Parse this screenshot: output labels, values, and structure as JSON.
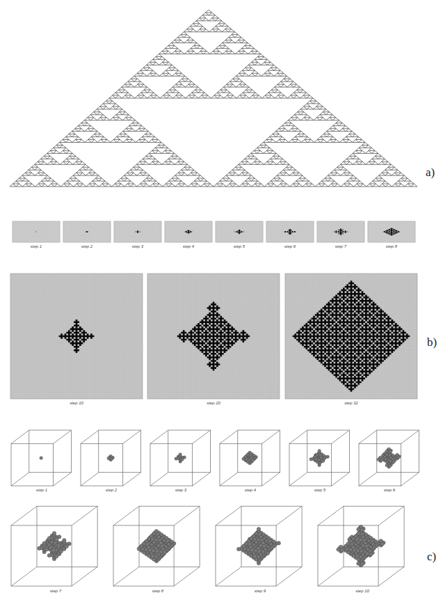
{
  "diagram": {
    "labels": [
      "a)",
      "step 1",
      "step 2",
      "step 3",
      "step 4",
      "step 5",
      "step 6",
      "step 7",
      "step 8",
      "step 10",
      "step 20",
      "step 32",
      "b)",
      "step 1",
      "step 2",
      "step 3",
      "step 4",
      "step 5",
      "step 6",
      "step 7",
      "step 8",
      "step 9",
      "step 10",
      "c)"
    ]
  }
}
